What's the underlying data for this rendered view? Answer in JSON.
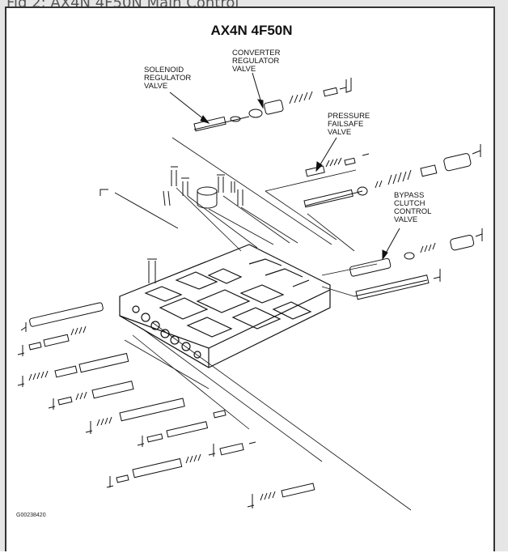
{
  "caption": "Fig 2: AX4N 4F50N Main Control",
  "title": "AX4N 4F50N",
  "labels": {
    "solenoid": "SOLENOID\nREGULATOR\nVALVE",
    "converter": "CONVERTER\nREGULATOR\nVALVE",
    "pressure": "PRESSURE\nFAILSAFE\nVALVE",
    "bypass": "BYPASS\nCLUTCH\nCONTROL\nVALVE"
  },
  "figure_code": "G00238420"
}
